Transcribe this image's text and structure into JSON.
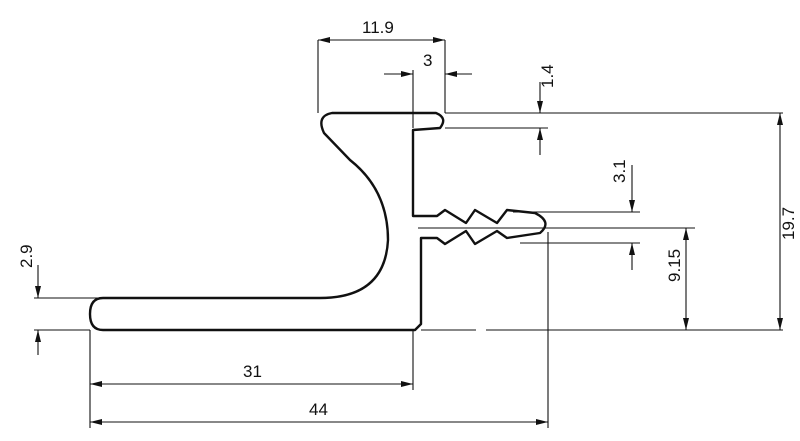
{
  "dimensions": {
    "top_width": "11.9",
    "slot_width": "3",
    "lip_thickness": "1.4",
    "slot_depth": "3.1",
    "total_height": "19.7",
    "barb_height": "9.15",
    "base_thickness": "2.9",
    "base_length": "31",
    "total_length": "44"
  }
}
